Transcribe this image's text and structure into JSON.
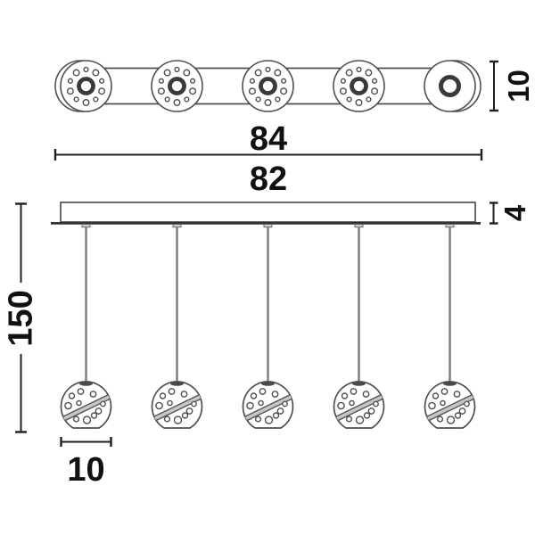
{
  "diagram": {
    "dims": {
      "bar_height": "10",
      "total_length": "84",
      "canopy_length": "82",
      "canopy_thickness": "4",
      "drop_height": "150",
      "sphere_diameter": "10"
    },
    "counts": {
      "pendants": 5,
      "detailed_discs": 4
    },
    "colors": {
      "background": "#ffffff",
      "outline": "#4f4f4f",
      "dimension": "#1f1f1f",
      "text": "#111111",
      "cable": "#7a7a7a",
      "band_fill": "#c6c6c6",
      "band_edge": "#555555",
      "cap": "#4a4a4a",
      "fitting": "#cfcfcf",
      "base_line": "#333333"
    }
  }
}
